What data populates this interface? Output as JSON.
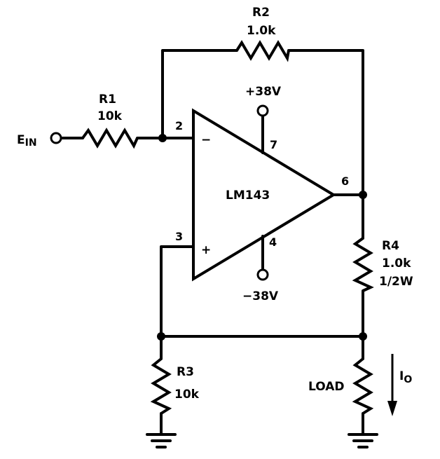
{
  "opamp": {
    "name": "LM143",
    "pin_inverting": "2",
    "pin_noninverting": "3",
    "pin_output": "6",
    "pin_vplus": "7",
    "pin_vminus": "4",
    "minus_sign": "−",
    "plus_sign": "+"
  },
  "supplies": {
    "positive": "+38V",
    "negative": "−38V"
  },
  "input": {
    "label_main": "E",
    "label_sub": "IN"
  },
  "resistors": {
    "r1": {
      "name": "R1",
      "value": "10k"
    },
    "r2": {
      "name": "R2",
      "value": "1.0k"
    },
    "r3": {
      "name": "R3",
      "value": "10k"
    },
    "r4": {
      "name": "R4",
      "value": "1.0k",
      "rating": "1/2W"
    }
  },
  "load": {
    "label": "LOAD"
  },
  "current": {
    "label_main": "I",
    "label_sub": "O"
  }
}
